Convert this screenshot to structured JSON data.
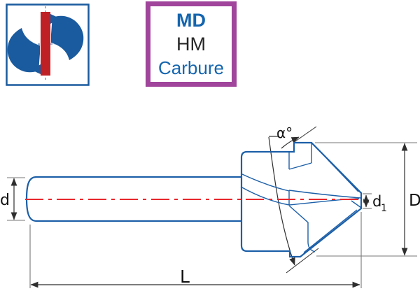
{
  "logo": {
    "icon": "countersink-cross-section-icon"
  },
  "badge": {
    "line1": "MD",
    "line2": "HM",
    "line3": "Carbure"
  },
  "drawing": {
    "labels": {
      "shank_diameter": "d",
      "overall_length": "L",
      "head_diameter": "D",
      "tip_diameter_base": "d",
      "tip_diameter_sub": "1",
      "point_angle": "α°"
    },
    "colors": {
      "tool_outline": "#1c5fa8",
      "centerline": "#e8282c",
      "dimension_lines": "#3c3c3c",
      "badge_border": "#a0459b",
      "badge_blue": "#1465ae",
      "badge_text_dark": "#262626",
      "logo_blue": "#1a5a9e",
      "logo_red": "#bf2026"
    }
  }
}
